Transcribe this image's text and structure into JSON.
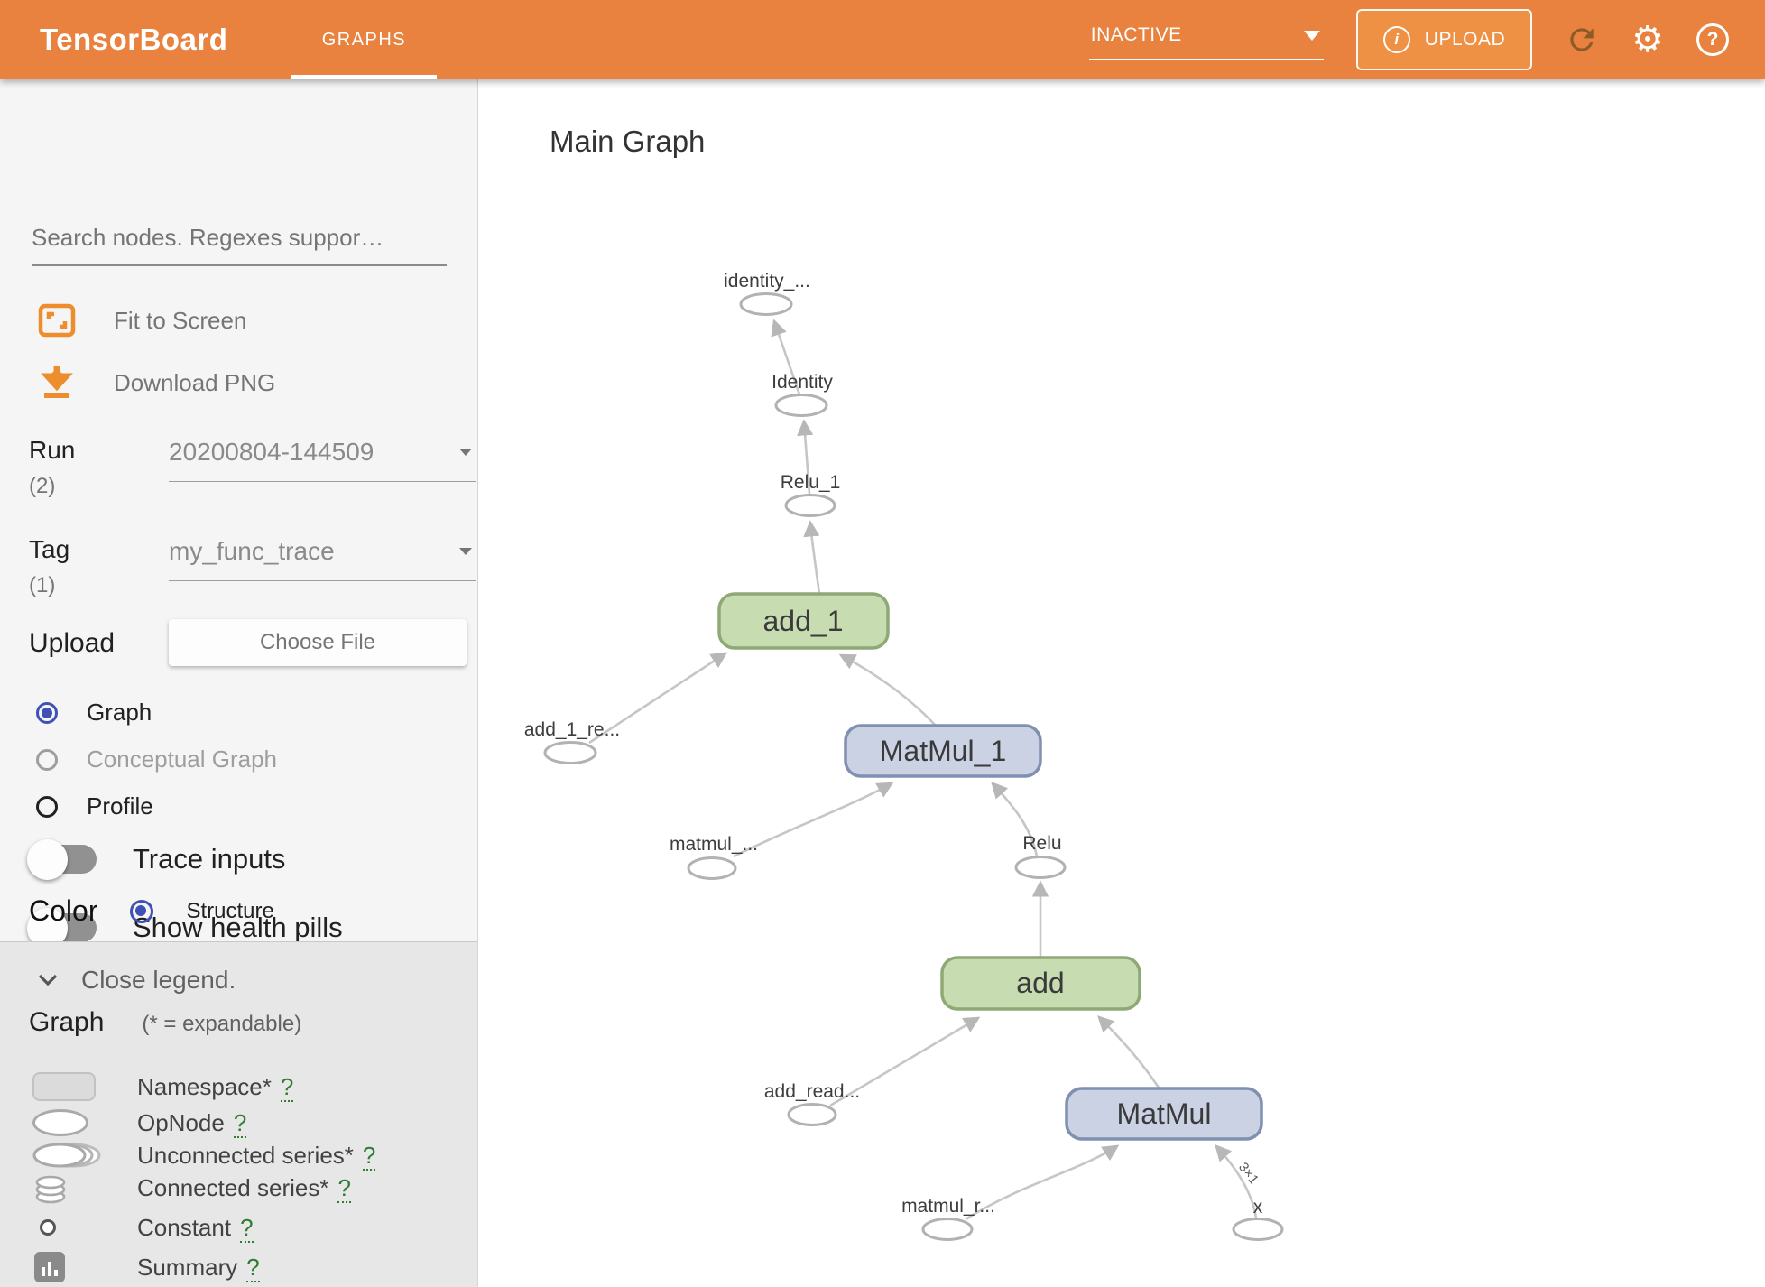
{
  "header": {
    "logo": "TensorBoard",
    "tab": "GRAPHS",
    "status": "INACTIVE",
    "upload": "UPLOAD"
  },
  "sidebar": {
    "search_placeholder": "Search nodes. Regexes suppor…",
    "fit_to_screen": "Fit to Screen",
    "download_png": "Download PNG",
    "run_label": "Run",
    "run_count": "(2)",
    "run_value": "20200804-144509",
    "tag_label": "Tag",
    "tag_count": "(1)",
    "tag_value": "my_func_trace",
    "upload_label": "Upload",
    "choose_file": "Choose File",
    "radio_graph": "Graph",
    "radio_conceptual": "Conceptual Graph",
    "radio_profile": "Profile",
    "toggle_trace": "Trace inputs",
    "toggle_health": "Show health pills",
    "color_label": "Color",
    "color_option": "Structure"
  },
  "legend": {
    "close": "Close legend.",
    "heading": "Graph",
    "note": "(* = expandable)",
    "items": [
      {
        "label": "Namespace*",
        "help": "?"
      },
      {
        "label": "OpNode",
        "help": "?"
      },
      {
        "label": "Unconnected series*",
        "help": "?"
      },
      {
        "label": "Connected series*",
        "help": "?"
      },
      {
        "label": "Constant",
        "help": "?"
      },
      {
        "label": "Summary",
        "help": "?"
      }
    ]
  },
  "main": {
    "title": "Main Graph"
  },
  "graph": {
    "nodes": {
      "identity_out": "identity_...",
      "identity": "Identity",
      "relu_1": "Relu_1",
      "add_1": "add_1",
      "add_1_re": "add_1_re...",
      "matmul_1": "MatMul_1",
      "matmul_in": "matmul_...",
      "relu": "Relu",
      "add": "add",
      "add_read": "add_read...",
      "matmul": "MatMul",
      "matmul_r": "matmul_r...",
      "x": "x"
    },
    "edge_label": "3×1"
  },
  "colors": {
    "header_orange": "#e8823e",
    "accent_orange": "#ee8d2e",
    "radio_blue": "#3f51b5",
    "namespace_green_fill": "#c7ddb1",
    "namespace_green_border": "#8ea876",
    "function_blue_fill": "#cad2e4",
    "function_blue_border": "#7f90b0",
    "help_link_green": "#2e7d32"
  }
}
